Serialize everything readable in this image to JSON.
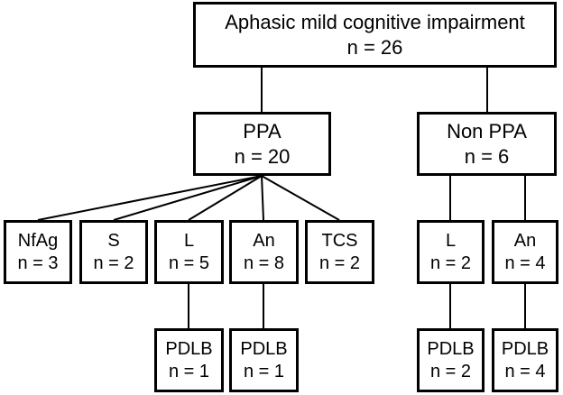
{
  "root": {
    "label": "Aphasic mild cognitive impairment",
    "count": "n = 26"
  },
  "ppa": {
    "label": "PPA",
    "count": "n = 20"
  },
  "nonppa": {
    "label": "Non PPA",
    "count": "n = 6"
  },
  "ppa_children": [
    {
      "label": "NfAg",
      "count": "n = 3"
    },
    {
      "label": "S",
      "count": "n = 2"
    },
    {
      "label": "L",
      "count": "n = 5"
    },
    {
      "label": "An",
      "count": "n = 8"
    },
    {
      "label": "TCS",
      "count": "n = 2"
    }
  ],
  "nonppa_children": [
    {
      "label": "L",
      "count": "n = 2"
    },
    {
      "label": "An",
      "count": "n = 4"
    }
  ],
  "pdlb": [
    {
      "label": "PDLB",
      "count": "n = 1"
    },
    {
      "label": "PDLB",
      "count": "n = 1"
    },
    {
      "label": "PDLB",
      "count": "n = 2"
    },
    {
      "label": "PDLB",
      "count": "n = 4"
    }
  ]
}
